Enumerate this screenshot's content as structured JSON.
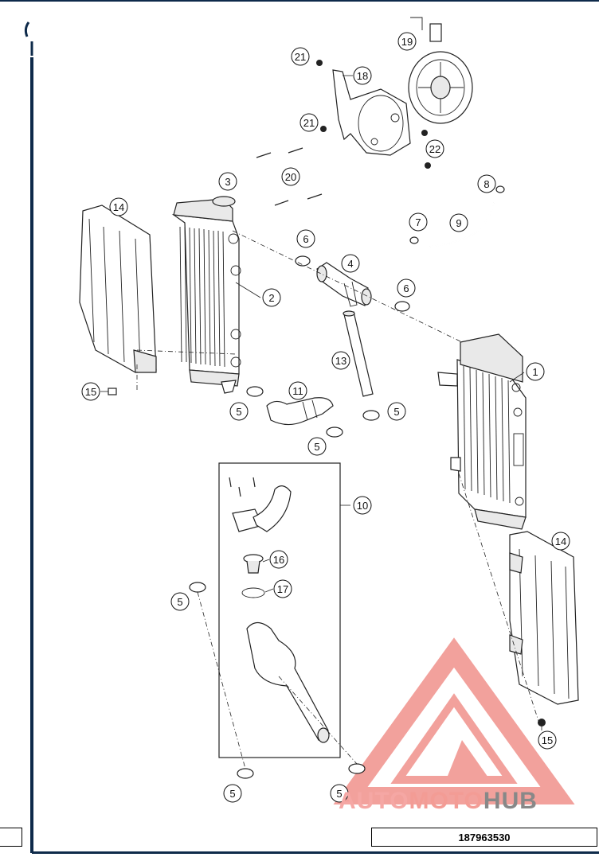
{
  "diagram": {
    "reference_number": "187963530",
    "callouts": [
      "1",
      "2",
      "3",
      "4",
      "5",
      "6",
      "7",
      "8",
      "9",
      "10",
      "11",
      "13",
      "14",
      "15",
      "16",
      "17",
      "18",
      "19",
      "20",
      "21",
      "22"
    ],
    "watermark": {
      "part_a": "AUTO",
      "part_b": "MOTO",
      "part_c": "HUB",
      "colors": {
        "primary": "#f08a84",
        "secondary": "#8a8a8a"
      }
    },
    "frame_color": "#0e2a4a"
  }
}
